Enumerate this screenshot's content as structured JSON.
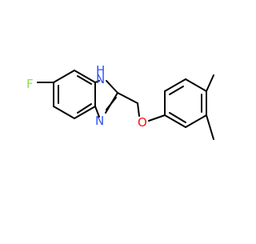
{
  "diagram": {
    "type": "chemical-structure",
    "atom_labels": {
      "fluorine": "F",
      "hydrogen": "H",
      "nitrogen_nh": "N",
      "nitrogen_imine": "N",
      "oxygen": "O"
    },
    "colors": {
      "fluorine": "#90e050",
      "nitrogen": "#3050f8",
      "oxygen": "#ff0d0d",
      "bond": "#000000",
      "background": "#ffffff"
    }
  }
}
